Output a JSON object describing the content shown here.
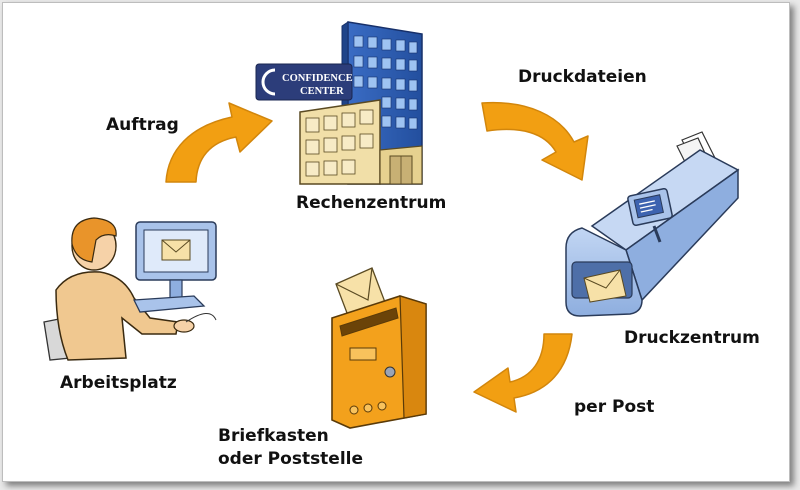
{
  "labels": {
    "auftrag": "Auftrag",
    "druckdateien": "Druckdateien",
    "rechenzentrum": "Rechenzentrum",
    "druckzentrum": "Druckzentrum",
    "per_post": "per Post",
    "arbeitsplatz": "Arbeitsplatz",
    "briefkasten_line1": "Briefkasten",
    "briefkasten_line2": "oder Poststelle"
  },
  "logo": {
    "line1": "CONFIDENCE",
    "line2": "CENTER"
  },
  "colors": {
    "arrow": "#f29f12",
    "building_blue": "#2f5fb5",
    "building_cream": "#f1dfa8",
    "printer_blue": "#a9c3ea",
    "mailbox_orange": "#f3a11c",
    "shirt": "#f0c890",
    "hair": "#e9942a",
    "logo_navy": "#2c3d7a"
  },
  "icons": {
    "workstation": "person-at-computer-icon",
    "datacenter": "office-building-icon",
    "printcenter": "printing-machine-icon",
    "mailbox": "mailbox-icon",
    "arrow": "curved-arrow-icon"
  }
}
